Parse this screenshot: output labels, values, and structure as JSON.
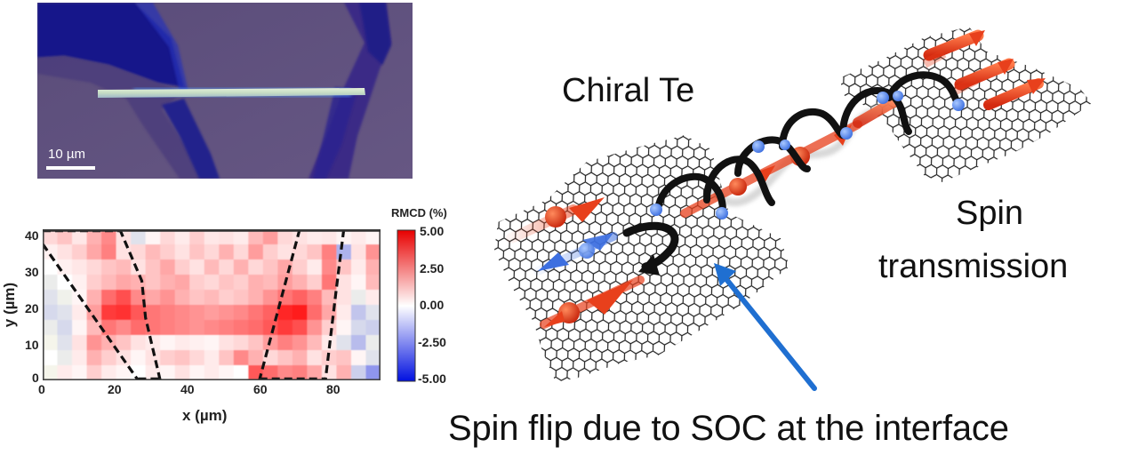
{
  "figure": {
    "micrograph": {
      "scale_bar_label": "10 µm",
      "colors": {
        "background": "#5e4f7c",
        "flake_dark": "#1a1a8c",
        "flake_mid": "#3a2a8a",
        "nanowire": "#cfe3c8"
      }
    },
    "schematic": {
      "label_top": "Chiral Te",
      "label_right_line1": "Spin",
      "label_right_line2": "transmission",
      "caption": "Spin flip due to SOC at the interface",
      "colors": {
        "spin_up": "#e8401c",
        "spin_down": "#3d6fe0",
        "helix": "#111111",
        "pointer_arrow": "#1f6fd1",
        "lattice": "#222222"
      }
    }
  },
  "chart_data": {
    "type": "heatmap",
    "title": "",
    "xlabel": "x (µm)",
    "ylabel": "y (µm)",
    "xlim": [
      0,
      92
    ],
    "ylim": [
      0,
      41
    ],
    "x_ticks": [
      "0",
      "20",
      "40",
      "60",
      "80"
    ],
    "y_ticks": [
      "0",
      "10",
      "20",
      "30",
      "40"
    ],
    "colorbar": {
      "label": "RMCD (%)",
      "range": [
        -5.0,
        5.0
      ],
      "ticks": [
        "5.00",
        "2.50",
        "0.00",
        "-2.50",
        "-5.00"
      ],
      "colormap": "bwr"
    },
    "grid": {
      "cols": 23,
      "rows": 10,
      "cell_um_x": 4,
      "cell_um_y": 4.1
    },
    "values_rows_top_to_bottom": [
      [
        0.8,
        1.2,
        0.5,
        1.6,
        2.4,
        0.6,
        -0.6,
        0.2,
        0.8,
        0.4,
        1.0,
        0.5,
        0.6,
        0.4,
        1.4,
        2.0,
        0.8,
        0.6,
        0.4,
        0.5,
        0.2,
        0.4,
        0.2
      ],
      [
        0.3,
        0.6,
        1.0,
        1.8,
        2.6,
        0.6,
        0.8,
        1.4,
        1.0,
        0.6,
        1.2,
        0.8,
        1.6,
        0.8,
        2.0,
        1.0,
        0.6,
        0.8,
        1.2,
        2.6,
        -1.6,
        0.6,
        2.2
      ],
      [
        0.0,
        0.3,
        0.5,
        0.8,
        1.2,
        1.4,
        0.6,
        1.2,
        1.8,
        1.0,
        0.6,
        1.4,
        0.8,
        1.6,
        0.8,
        1.2,
        1.8,
        1.0,
        0.4,
        2.4,
        1.2,
        0.4,
        1.6
      ],
      [
        -0.4,
        0.0,
        0.3,
        1.0,
        1.4,
        1.8,
        1.6,
        1.2,
        1.6,
        1.8,
        1.0,
        0.8,
        1.2,
        1.0,
        1.6,
        1.4,
        2.0,
        1.6,
        1.0,
        2.8,
        0.6,
        0.2,
        1.4
      ],
      [
        -0.6,
        -0.3,
        0.2,
        1.6,
        3.0,
        3.6,
        2.4,
        1.8,
        2.2,
        1.6,
        1.2,
        1.4,
        1.0,
        1.2,
        1.6,
        2.2,
        2.8,
        3.2,
        2.6,
        1.4,
        0.6,
        -0.4,
        0.4
      ],
      [
        -0.8,
        -0.6,
        0.4,
        2.0,
        4.0,
        4.2,
        3.4,
        2.8,
        2.6,
        2.4,
        2.2,
        2.0,
        2.2,
        2.4,
        2.8,
        3.2,
        4.4,
        4.6,
        3.0,
        1.8,
        0.4,
        -1.2,
        -0.6
      ],
      [
        -0.4,
        -0.8,
        0.2,
        1.4,
        2.8,
        2.4,
        3.0,
        2.8,
        2.6,
        2.4,
        2.2,
        2.4,
        2.6,
        2.8,
        3.0,
        3.4,
        4.0,
        3.6,
        2.2,
        1.0,
        0.2,
        -0.8,
        -1.0
      ],
      [
        -0.2,
        -0.6,
        0.6,
        2.2,
        1.6,
        1.2,
        0.6,
        0.4,
        0.2,
        0.4,
        0.3,
        0.2,
        0.6,
        0.8,
        1.2,
        2.0,
        2.6,
        2.2,
        1.4,
        0.4,
        -0.6,
        -1.4,
        -0.4
      ],
      [
        0.0,
        -0.4,
        0.4,
        1.6,
        1.0,
        0.6,
        0.2,
        0.6,
        1.0,
        1.2,
        0.8,
        0.4,
        1.2,
        2.4,
        1.6,
        0.8,
        1.2,
        1.6,
        0.6,
        1.0,
        1.2,
        0.2,
        -0.6
      ],
      [
        -0.2,
        0.4,
        0.2,
        1.0,
        0.4,
        0.2,
        0.0,
        0.4,
        0.2,
        0.6,
        0.2,
        0.4,
        0.2,
        0.0,
        3.4,
        3.0,
        2.4,
        2.6,
        1.8,
        0.6,
        1.6,
        -1.0,
        -2.2
      ]
    ],
    "overlay": {
      "style": "black dashed lines",
      "boundaries_um": [
        [
          [
            0,
            37
          ],
          [
            26,
            0
          ]
        ],
        [
          [
            21,
            41
          ],
          [
            27,
            27
          ],
          [
            28,
            17
          ],
          [
            32,
            0
          ]
        ],
        [
          [
            70,
            41
          ],
          [
            59,
            0
          ]
        ],
        [
          [
            82,
            41
          ],
          [
            80,
            25
          ],
          [
            77,
            0
          ]
        ]
      ]
    }
  }
}
